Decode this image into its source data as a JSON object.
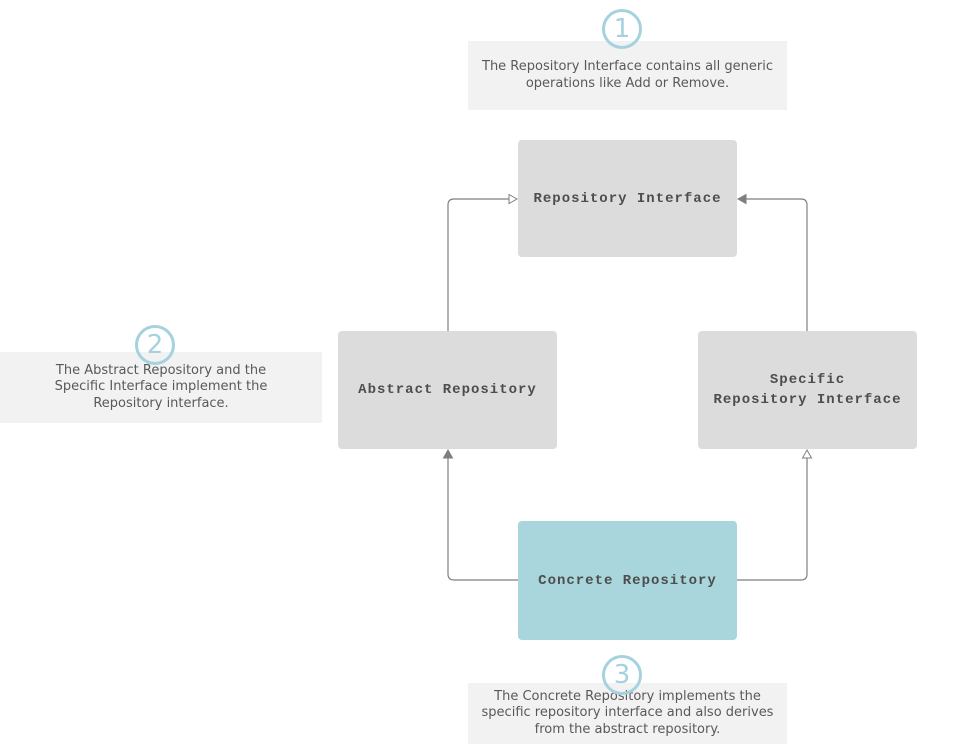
{
  "colors": {
    "node_fill": "#dcdcdc",
    "accent_node_fill": "#a9d6dc",
    "annotation_fill": "#f2f2f2",
    "badge_color": "#a5d2de",
    "connector_color": "#7f7f7f",
    "node_text_color": "#4d4d4d",
    "annotation_text_color": "#595959",
    "background": "#ffffff"
  },
  "nodes": {
    "repository_interface": {
      "label": "Repository Interface"
    },
    "abstract_repository": {
      "label": "Abstract Repository"
    },
    "specific_repository_interface": {
      "label": "Specific\nRepository Interface"
    },
    "concrete_repository": {
      "label": "Concrete Repository"
    }
  },
  "annotations": [
    {
      "number": "1",
      "text": "The Repository Interface contains all generic operations like Add or Remove."
    },
    {
      "number": "2",
      "text": "The Abstract Repository and the Specific Interface implement the Repository interface."
    },
    {
      "number": "3",
      "text": "The Concrete Repository implements the specific repository interface and also derives from the abstract repository."
    }
  ]
}
